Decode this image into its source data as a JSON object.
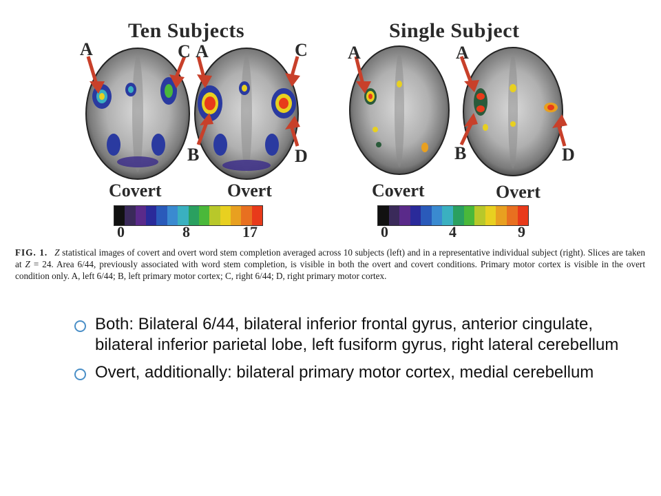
{
  "figure": {
    "groups": [
      {
        "title": "Ten Subjects",
        "conditions": [
          "Covert",
          "Overt"
        ],
        "scale_ticks": [
          "0",
          "8",
          "17"
        ]
      },
      {
        "title": "Single Subject",
        "conditions": [
          "Covert",
          "Overt"
        ],
        "scale_ticks": [
          "0",
          "4",
          "9"
        ]
      }
    ],
    "arrow_labels": [
      "A",
      "C",
      "A",
      "C",
      "B",
      "D",
      "A",
      "A",
      "B",
      "D"
    ],
    "scale_colors": [
      "#111111",
      "#3a2a5a",
      "#5a2a8a",
      "#2a2a9a",
      "#2a5aba",
      "#3a8ad0",
      "#3ab0c0",
      "#2aa060",
      "#4ab83a",
      "#b8c82a",
      "#e8d020",
      "#e8a020",
      "#e87020",
      "#e83a1a"
    ],
    "caption": {
      "fig_label": "FIG. 1.",
      "z_letter": "Z",
      "part1": " statistical images of covert and overt word stem completion averaged across 10 subjects (left) and in a representative individual subject (right). Slices are taken at ",
      "part2": " = 24. Area 6/44, previously associated with word stem completion, is visible in both the overt and covert conditions. Primary motor cortex is visible in the overt condition only. A, left 6/44; B, left primary motor cortex; C, right 6/44; D, right primary motor cortex."
    }
  },
  "bullets": [
    "Both: Bilateral 6/44, bilateral inferior frontal gyrus, anterior cingulate, bilateral inferior parietal lobe, left fusiform gyrus, right lateral cerebellum",
    "Overt, additionally: bilateral primary motor cortex, medial cerebellum"
  ],
  "colors": {
    "bullet_ring": "#4a8fc7",
    "arrow": "#c8402a",
    "label_text": "#2a2a2a"
  }
}
